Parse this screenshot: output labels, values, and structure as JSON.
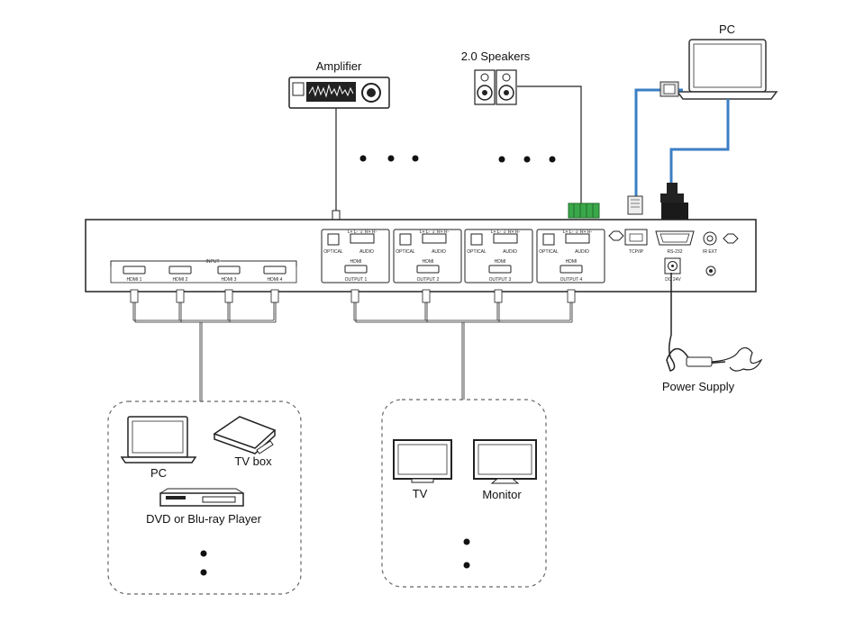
{
  "labels": {
    "pc_top": "PC",
    "amplifier": "Amplifier",
    "speakers": "2.0 Speakers",
    "power_supply": "Power Supply",
    "src_pc": "PC",
    "src_tvbox": "TV box",
    "src_dvd": "DVD or Blu-ray Player",
    "disp_tv": "TV",
    "disp_monitor": "Monitor"
  },
  "panel": {
    "input_title": "INPUT",
    "hdmi_inputs": [
      "HDMI 1",
      "HDMI 2",
      "HDMI 3",
      "HDMI 4"
    ],
    "outputs": [
      {
        "name": "OUTPUT 1",
        "optical": "OPTICAL",
        "audio": "AUDIO",
        "hdmi": "HDMI",
        "pins": "L+ L- ⏚ R+ R-"
      },
      {
        "name": "OUTPUT 2",
        "optical": "OPTICAL",
        "audio": "AUDIO",
        "hdmi": "HDMI",
        "pins": "L+ L- ⏚ R+ R-"
      },
      {
        "name": "OUTPUT 3",
        "optical": "OPTICAL",
        "audio": "AUDIO",
        "hdmi": "HDMI",
        "pins": "L+ L- ⏚ R+ R-"
      },
      {
        "name": "OUTPUT 4",
        "optical": "OPTICAL",
        "audio": "AUDIO",
        "hdmi": "HDMI",
        "pins": "L+ L- ⏚ R+ R-"
      }
    ],
    "tcpip": "TCP/IP",
    "rs232": "RS-232",
    "irext": "IR EXT",
    "dc": "DC 24V"
  },
  "colors": {
    "line": "#222222",
    "cable": "#3b7fc4",
    "terminal": "#3aa84a",
    "dashed": "#666666"
  }
}
